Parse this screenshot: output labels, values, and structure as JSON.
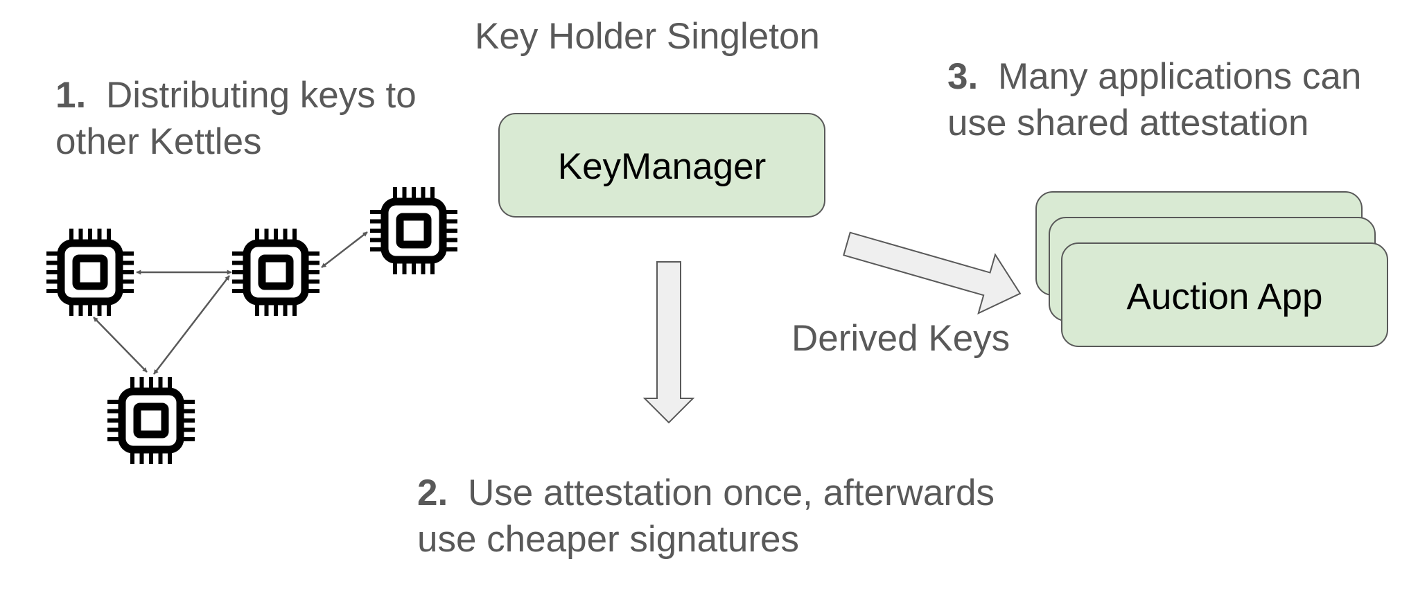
{
  "title": "Key Holder Singleton",
  "key_manager": {
    "label": "KeyManager"
  },
  "auction_app": {
    "label": "Auction App"
  },
  "derived_keys_label": "Derived Keys",
  "step1": {
    "number": "1.",
    "line1": "Distributing keys to",
    "line2": "other Kettles"
  },
  "step2": {
    "number": "2.",
    "line1": "Use attestation once, afterwards",
    "line2": "use cheaper signatures"
  },
  "step3": {
    "number": "3.",
    "line1": "Many applications can",
    "line2": "use shared attestation"
  },
  "icons": {
    "chip": "cpu-chip-icon"
  },
  "colors": {
    "box_fill": "#d9ead3",
    "box_stroke": "#595959",
    "heading_text": "#595959",
    "box_text": "#000000",
    "arrow_fill": "#efefef",
    "connector": "#595959",
    "chip": "#000000"
  }
}
